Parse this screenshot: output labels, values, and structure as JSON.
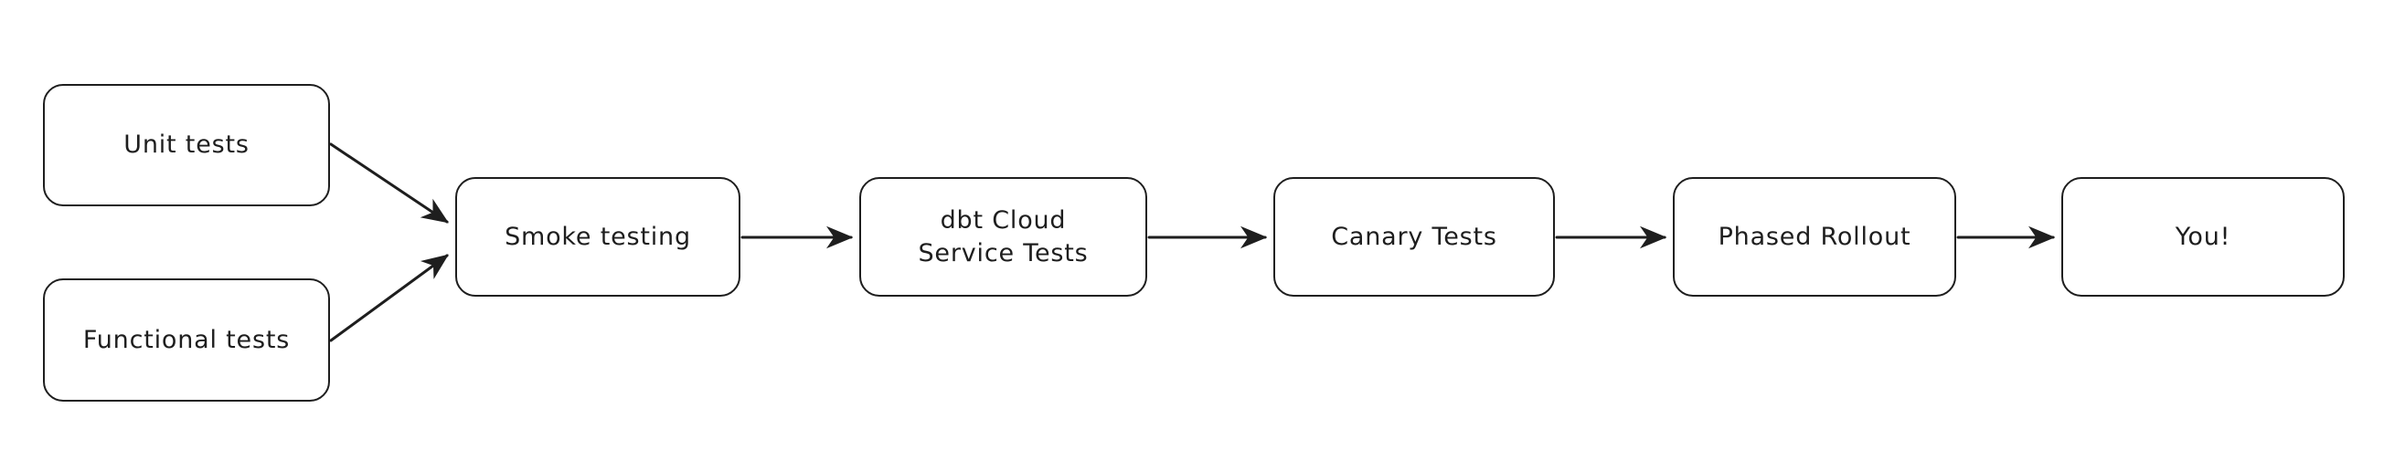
{
  "diagram": {
    "title": "Testing and release pipeline flowchart",
    "style": "hand-drawn",
    "background_color": "#ffffff",
    "stroke_color": "#1e1e1e",
    "fill_color": "#ffffff",
    "nodes": [
      {
        "id": "unit-tests",
        "label": "Unit tests",
        "shape": "rounded-rectangle"
      },
      {
        "id": "functional-tests",
        "label": "Functional tests",
        "shape": "rounded-rectangle"
      },
      {
        "id": "smoke-testing",
        "label": "Smoke testing",
        "shape": "rounded-rectangle"
      },
      {
        "id": "dbt-cloud",
        "label": "dbt Cloud\nService Tests",
        "shape": "rounded-rectangle"
      },
      {
        "id": "canary-tests",
        "label": "Canary Tests",
        "shape": "rounded-rectangle"
      },
      {
        "id": "phased-rollout",
        "label": "Phased Rollout",
        "shape": "rounded-rectangle"
      },
      {
        "id": "you",
        "label": "You!",
        "shape": "rounded-rectangle"
      }
    ],
    "edges": [
      {
        "id": "e1",
        "from": "unit-tests",
        "to": "smoke-testing",
        "label": "",
        "arrow": "end"
      },
      {
        "id": "e2",
        "from": "functional-tests",
        "to": "smoke-testing",
        "label": "",
        "arrow": "end"
      },
      {
        "id": "e3",
        "from": "smoke-testing",
        "to": "dbt-cloud",
        "label": "",
        "arrow": "end"
      },
      {
        "id": "e4",
        "from": "dbt-cloud",
        "to": "canary-tests",
        "label": "",
        "arrow": "end"
      },
      {
        "id": "e5",
        "from": "canary-tests",
        "to": "phased-rollout",
        "label": "",
        "arrow": "end"
      },
      {
        "id": "e6",
        "from": "phased-rollout",
        "to": "you",
        "label": "",
        "arrow": "end"
      }
    ]
  }
}
